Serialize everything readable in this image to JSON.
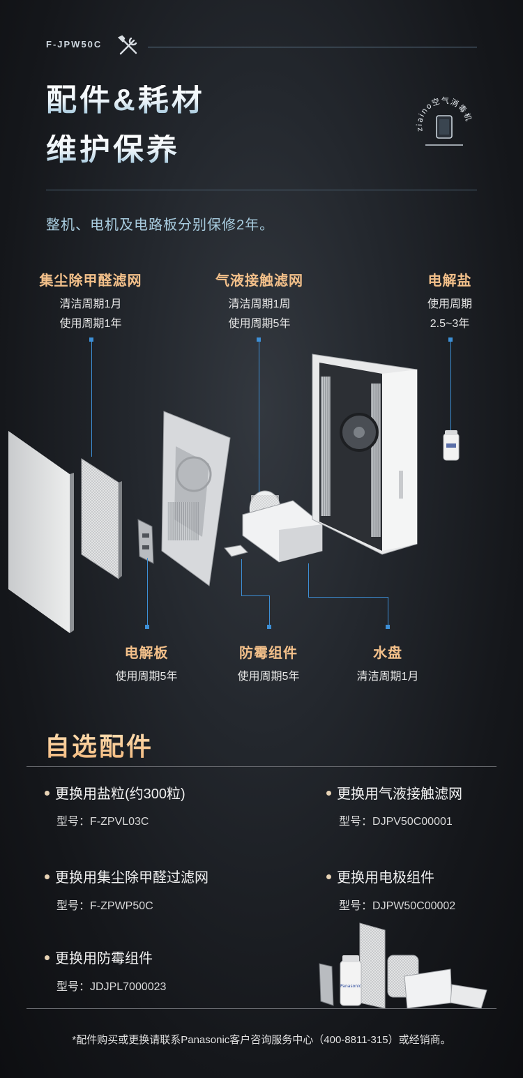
{
  "header": {
    "model": "F-JPW50C",
    "title_line1": "配件&耗材",
    "title_line2": "维护保养",
    "seal_text": "ziaino空气消毒机",
    "subtitle": "整机、电机及电路板分别保修2年。"
  },
  "parts": [
    {
      "name": "集尘除甲醛滤网",
      "line1": "清洁周期1月",
      "line2": "使用周期1年"
    },
    {
      "name": "气液接触滤网",
      "line1": "清洁周期1周",
      "line2": "使用周期5年"
    },
    {
      "name": "电解盐",
      "line1": "使用周期",
      "line2": "2.5~3年"
    },
    {
      "name": "电解板",
      "line1": "使用周期5年"
    },
    {
      "name": "防霉组件",
      "line1": "使用周期5年"
    },
    {
      "name": "水盘",
      "line1": "清洁周期1月"
    }
  ],
  "optional": {
    "title": "自选配件",
    "model_prefix": "型号：",
    "items": [
      {
        "name": "更换用盐粒(约300粒)",
        "model": "F-ZPVL03C"
      },
      {
        "name": "更换用气液接触滤网",
        "model": "DJPV50C00001"
      },
      {
        "name": "更换用集尘除甲醛过滤网",
        "model": "F-ZPWP50C"
      },
      {
        "name": "更换用电极组件",
        "model": "DJPW50C00002"
      },
      {
        "name": "更换用防霉组件",
        "model": "JDJPL7000023"
      }
    ]
  },
  "product_images": {
    "salt_bottle_brand": "Panasonic"
  },
  "footer": "*配件购买或更换请联系Panasonic客户咨询服务中心（400-8811-315）或经销商。",
  "colors": {
    "accent_blue": "#3d8fd6",
    "label_gold": "#f3c08a",
    "subtitle_blue": "#a9cde0"
  }
}
